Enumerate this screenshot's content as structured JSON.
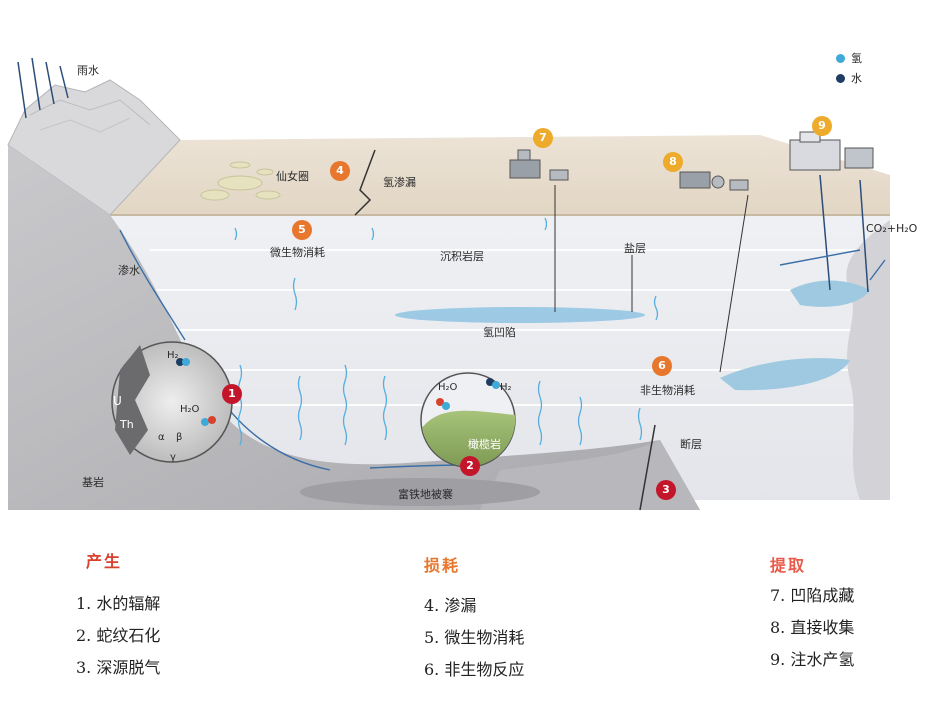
{
  "legend": {
    "hydrogen": {
      "label": "氢",
      "color": "#3fa9d8"
    },
    "water": {
      "label": "水",
      "color": "#1f3d63"
    }
  },
  "labels": {
    "rain": "雨水",
    "seepage": "渗水",
    "fairy_circle": "仙女圈",
    "hydrogen_leak": "氢渗漏",
    "microbial_consumption": "微生物消耗",
    "sedimentary_rock": "沉积岩层",
    "salt_layer": "盐层",
    "hydrogen_trap": "氢凹陷",
    "abiotic_consumption": "非生物消耗",
    "fault": "断层",
    "bedrock": "基岩",
    "olivine": "橄榄岩",
    "iron_ridge": "富铁地被褰",
    "co2_h2o": "CO₂+H₂O",
    "uranium": "U",
    "thorium": "Th",
    "alpha": "α",
    "beta": "β",
    "gamma": "γ",
    "h2": "H₂",
    "h2o": "H₂O"
  },
  "badges": {
    "b1": "1",
    "b2": "2",
    "b3": "3",
    "b4": "4",
    "b5": "5",
    "b6": "6",
    "b7": "7",
    "b8": "8",
    "b9": "9"
  },
  "columns": {
    "production": {
      "title": "产生",
      "color": "#d9412f",
      "items": [
        "1. 水的辐解",
        "2. 蛇纹石化",
        "3. 深源脱气"
      ]
    },
    "loss": {
      "title": "损耗",
      "color": "#e8772e",
      "items": [
        "4. 渗漏",
        "5. 微生物消耗",
        "6. 非生物反应"
      ]
    },
    "extraction": {
      "title": "提取",
      "color": "#e85a4a",
      "items": [
        "7. 凹陷成藏",
        "8. 直接收集",
        "9. 注水产氢"
      ]
    }
  }
}
